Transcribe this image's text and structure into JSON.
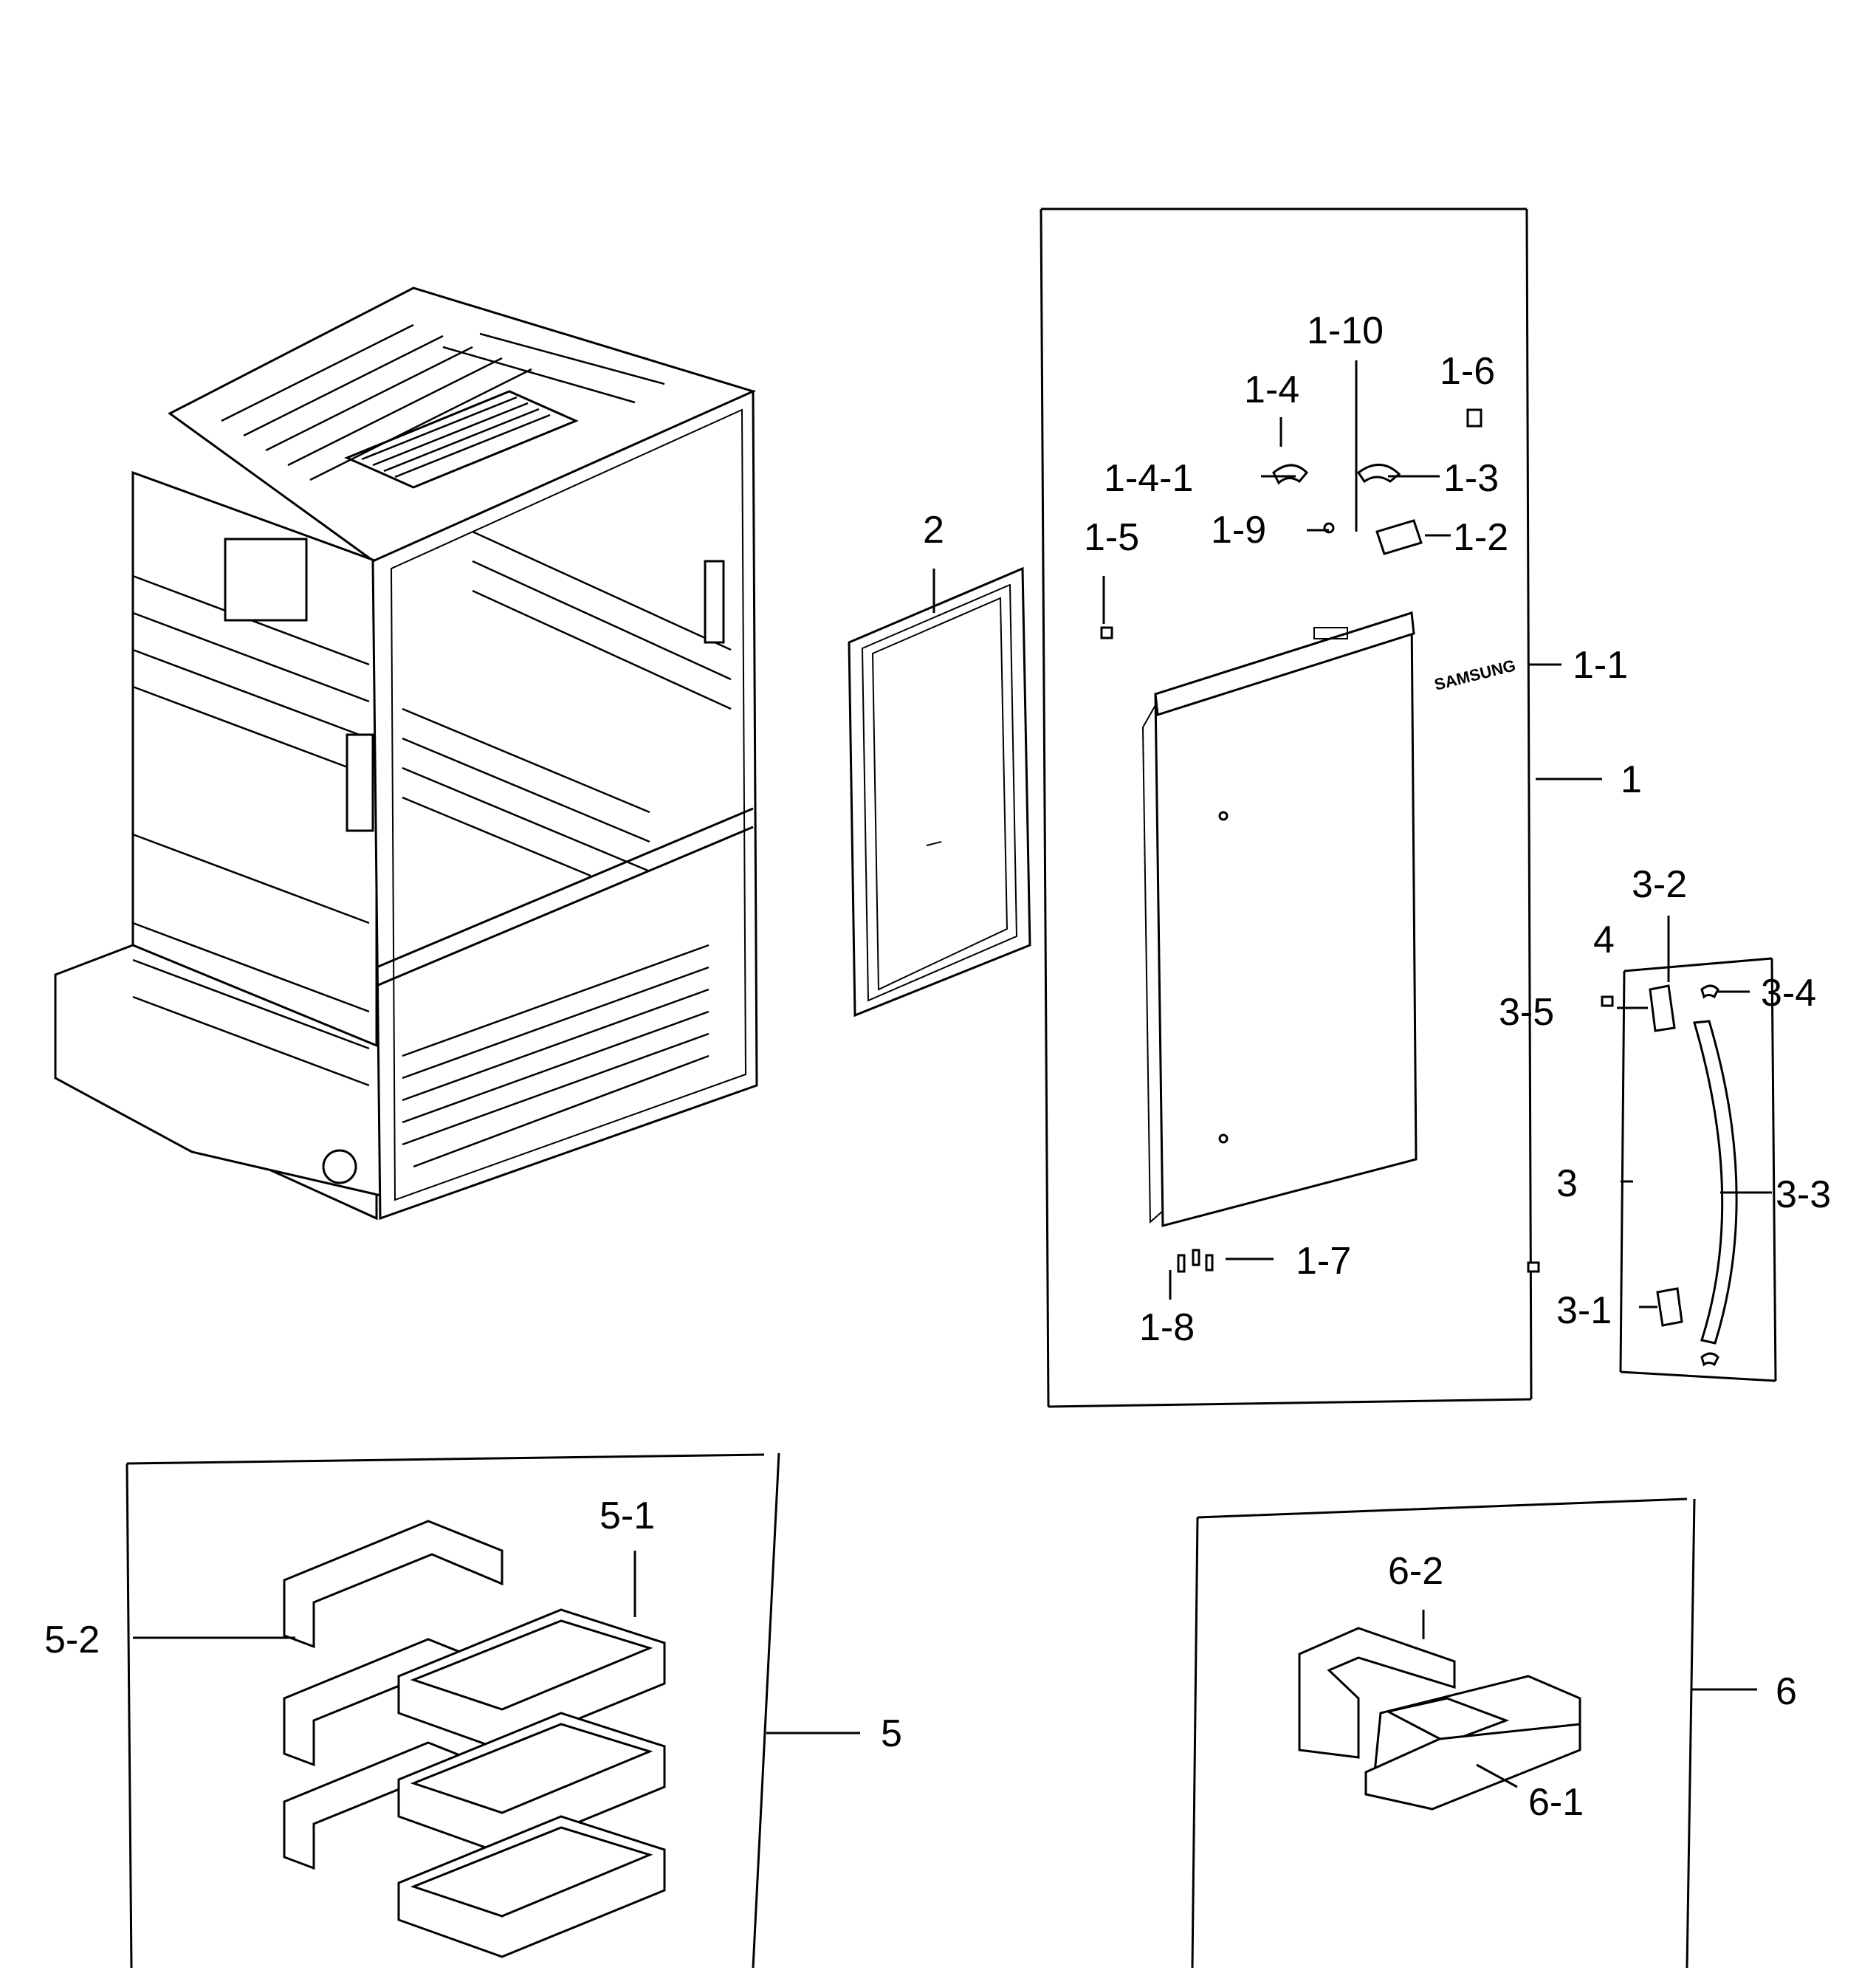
{
  "callouts": {
    "p1": "1",
    "p1_1": "1-1",
    "p1_2": "1-2",
    "p1_3": "1-3",
    "p1_4": "1-4",
    "p1_4_1": "1-4-1",
    "p1_5": "1-5",
    "p1_6": "1-6",
    "p1_7": "1-7",
    "p1_8": "1-8",
    "p1_9": "1-9",
    "p1_10": "1-10",
    "p2": "2",
    "p3": "3",
    "p3_1": "3-1",
    "p3_2": "3-2",
    "p3_3": "3-3",
    "p3_4": "3-4",
    "p3_5": "3-5",
    "p4": "4",
    "p5": "5",
    "p5_1": "5-1",
    "p5_2": "5-2",
    "p6": "6",
    "p6_1": "6-1",
    "p6_2": "6-2"
  },
  "brand_logo": "SAMSUNG",
  "line_color": "#000000",
  "background_color": "#ffffff"
}
